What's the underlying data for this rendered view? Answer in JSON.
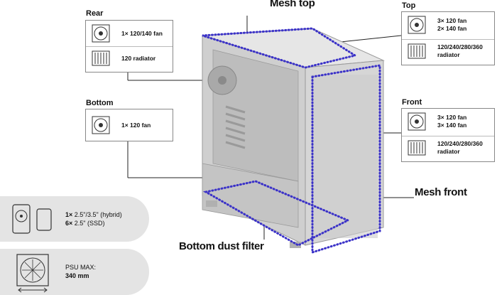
{
  "callouts": {
    "mesh_top": "Mesh top",
    "mesh_front": "Mesh front",
    "bottom_dust_filter": "Bottom dust filter"
  },
  "rear": {
    "title": "Rear",
    "fan": "1× 120/140 fan",
    "radiator": "120 radiator"
  },
  "bottom": {
    "title": "Bottom",
    "fan": "1× 120 fan"
  },
  "top": {
    "title": "Top",
    "fan_line1": "3× 120 fan",
    "fan_line2": "2× 140 fan",
    "radiator_line1": "120/240/280/360",
    "radiator_line2": "radiator"
  },
  "front": {
    "title": "Front",
    "fan_line1": "3× 120 fan",
    "fan_line2": "3× 140 fan",
    "radiator_line1": "120/240/280/360",
    "radiator_line2": "radiator"
  },
  "drives": {
    "hybrid_count": "1×",
    "hybrid_text": "2.5\"/3.5\" (hybrid)",
    "ssd_count": "6×",
    "ssd_text": "2.5\" (SSD)"
  },
  "psu": {
    "label": "PSU MAX:",
    "value": "340 mm"
  },
  "colors": {
    "accent_dots": "#3b32c8",
    "case_body": "#d9d9d9",
    "panel_bg": "#e4e4e4"
  }
}
